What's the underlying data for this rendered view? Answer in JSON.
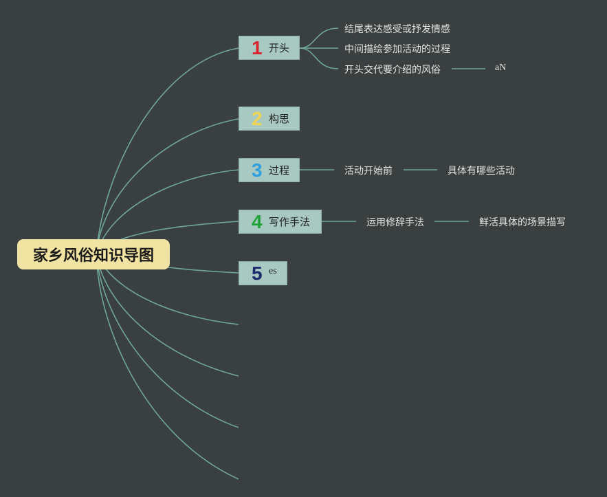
{
  "root": {
    "label": "家乡风俗知识导图"
  },
  "topics": [
    {
      "number": "1",
      "number_color": "#d9232e",
      "label": "开头"
    },
    {
      "number": "2",
      "number_color": "#efd455",
      "label": "构思"
    },
    {
      "number": "3",
      "number_color": "#2f9fe0",
      "label": "过程"
    },
    {
      "number": "4",
      "number_color": "#22a33a",
      "label": "写作手法"
    },
    {
      "number": "5",
      "number_color": "#1c2b6e",
      "label": "es"
    }
  ],
  "subtopics": {
    "t1": [
      "结尾表达感受或抒发情感",
      "中间描绘参加活动的过程",
      "开头交代要介绍的风俗"
    ],
    "t1_child": "aN",
    "t3": [
      "活动开始前",
      "具体有哪些活动"
    ],
    "t4": [
      "运用修辞手法",
      "鲜活具体的场景描写"
    ]
  },
  "colors": {
    "background": "#3a3f40",
    "connector": "#6fa898",
    "root_fill": "#f1e3a1",
    "topic_fill": "#a8c9c1"
  }
}
